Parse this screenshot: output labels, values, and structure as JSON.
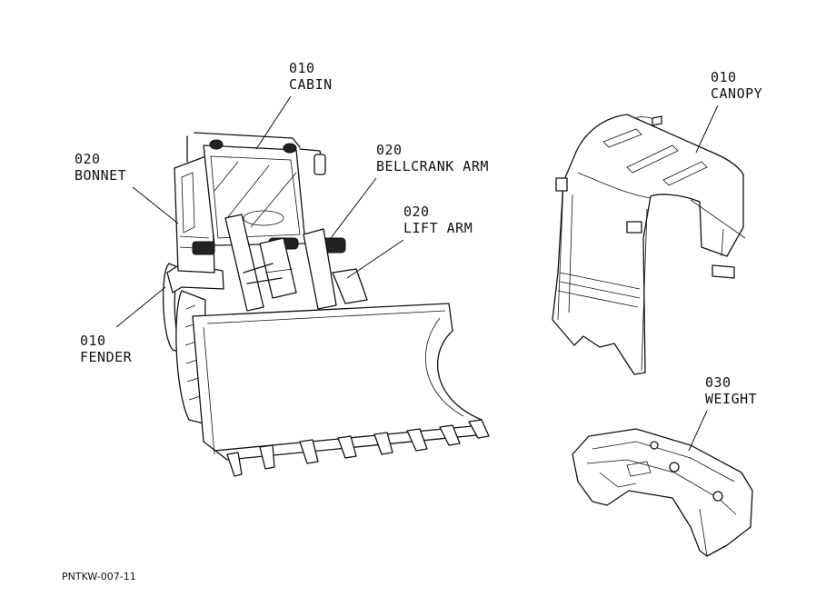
{
  "callouts": {
    "cabin": {
      "number": "010",
      "name": "CABIN"
    },
    "bonnet": {
      "number": "020",
      "name": "BONNET"
    },
    "bellcrank_arm": {
      "number": "020",
      "name": "BELLCRANK ARM"
    },
    "lift_arm": {
      "number": "020",
      "name": "LIFT ARM"
    },
    "fender": {
      "number": "010",
      "name": "FENDER"
    },
    "canopy": {
      "number": "010",
      "name": "CANOPY"
    },
    "weight": {
      "number": "030",
      "name": "WEIGHT"
    }
  },
  "drawing_code": "PNTKW-007-11",
  "colors": {
    "line": "#111111",
    "background": "#ffffff"
  }
}
